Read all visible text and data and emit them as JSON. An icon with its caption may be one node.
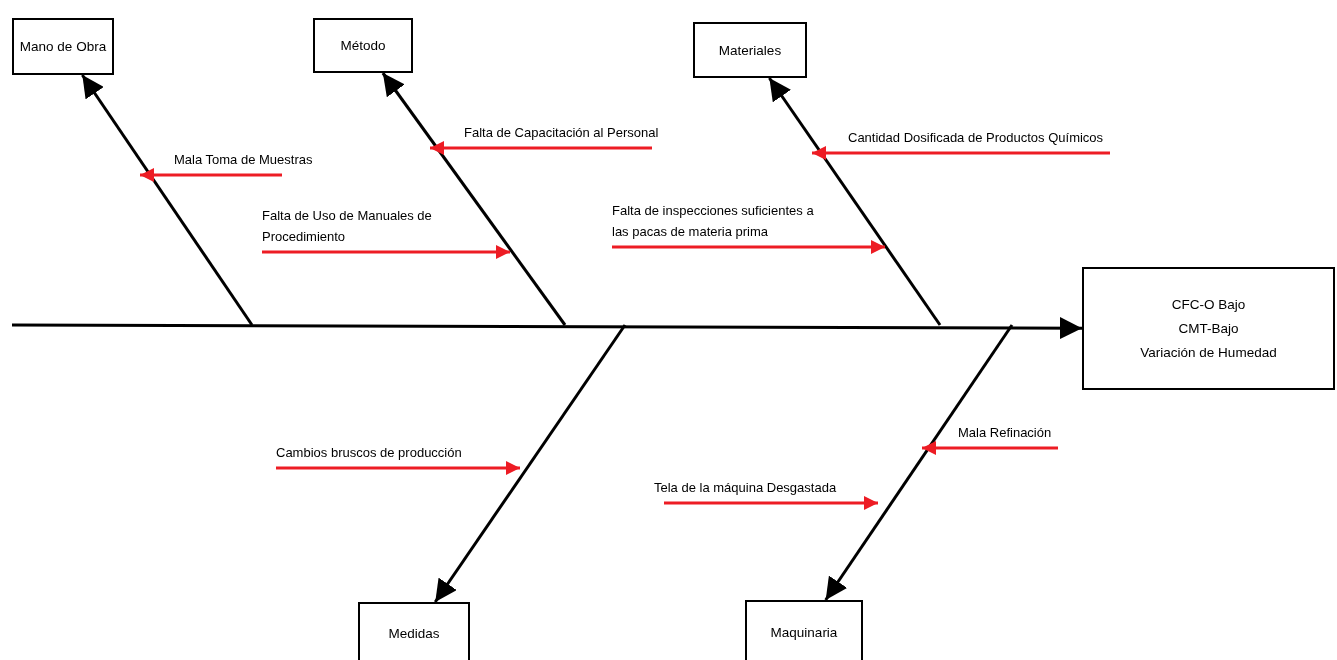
{
  "diagram": {
    "nodes": [
      {
        "text": [
          "Mano de Obra"
        ]
      },
      {
        "text": [
          "Método"
        ]
      },
      {
        "text": [
          "Materiales"
        ]
      },
      {
        "text": [
          "CFC-O Bajo",
          "CMT-Bajo",
          "Variación de Humedad"
        ]
      },
      {
        "text": [
          "Mala Toma de Muestras"
        ]
      },
      {
        "text": [
          "Falta de Capacitación al Personal"
        ]
      },
      {
        "text": [
          "Falta de Uso de Manuales de Procedimiento"
        ]
      },
      {
        "text": [
          "Cantidad Dosificada de Productos Químicos"
        ]
      },
      {
        "text": [
          "Falta de inspecciones suficientes a las pacas de materia prima"
        ]
      },
      {
        "text": [
          "Cambios bruscos de producción"
        ]
      },
      {
        "text": [
          "Mala Refinación"
        ]
      },
      {
        "text": [
          "Tela de la máquina Desgastada"
        ]
      },
      {
        "text": [
          "Medidas"
        ]
      },
      {
        "text": [
          "Maquinaria"
        ]
      }
    ],
    "edges": [
      {
        "from": null,
        "to": 3,
        "arrow": "to",
        "color": "#000000"
      },
      {
        "from": null,
        "to": 0,
        "arrow": "to",
        "color": "#000000"
      },
      {
        "from": null,
        "to": 1,
        "arrow": "to",
        "color": "#000000"
      },
      {
        "from": null,
        "to": 2,
        "arrow": "to",
        "color": "#000000"
      },
      {
        "from": null,
        "to": 12,
        "arrow": "to",
        "color": "#000000"
      },
      {
        "from": null,
        "to": 13,
        "arrow": "to",
        "color": "#000000"
      },
      {
        "from": 4,
        "to": null,
        "arrow": "to"
      },
      {
        "from": 5,
        "to": null,
        "arrow": "to"
      },
      {
        "from": 6,
        "to": null,
        "arrow": "to"
      },
      {
        "from": 7,
        "to": null,
        "arrow": "to"
      },
      {
        "from": 8,
        "to": null,
        "arrow": "to"
      },
      {
        "from": 9,
        "to": null,
        "arrow": "to"
      },
      {
        "from": 10,
        "to": null,
        "arrow": "to"
      },
      {
        "from": 11,
        "to": null,
        "arrow": "to"
      }
    ]
  }
}
